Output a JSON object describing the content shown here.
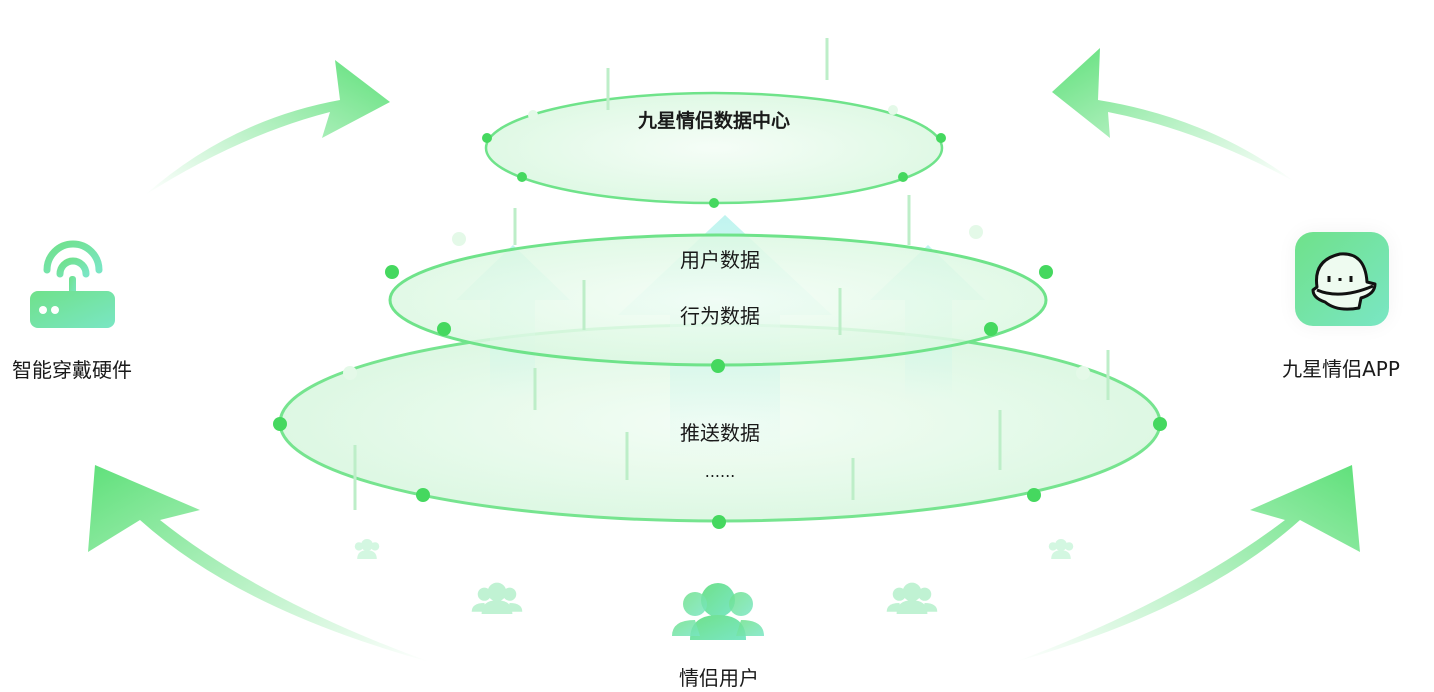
{
  "center": {
    "title": "九星情侣数据中心",
    "layers": [
      "用户数据",
      "行为数据",
      "推送数据",
      "......"
    ]
  },
  "left_node": {
    "label": "智能穿戴硬件",
    "icon": "router-icon"
  },
  "right_node": {
    "label": "九星情侣APP",
    "icon": "app-logo-icon"
  },
  "bottom_node": {
    "label": "情侣用户",
    "icon": "users-icon"
  },
  "colors": {
    "accent": "#4cdb6a",
    "teal": "#7ae6c4",
    "ring": "#6fe38a"
  }
}
